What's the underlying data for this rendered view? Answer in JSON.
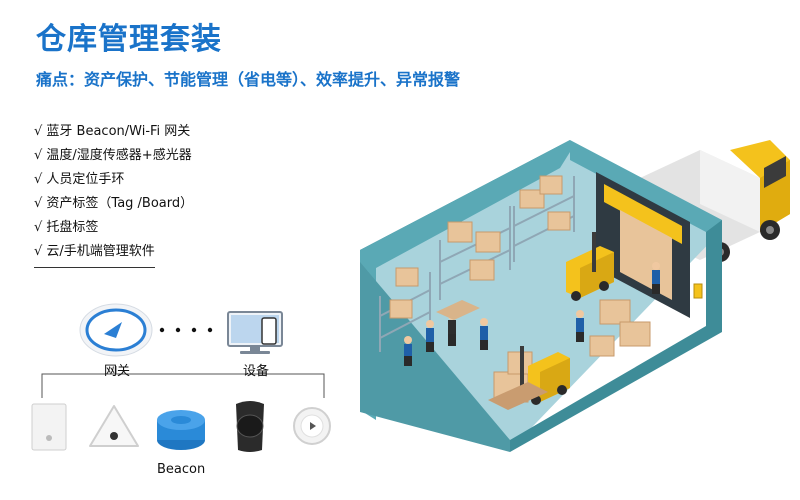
{
  "header": {
    "title": "仓库管理套装",
    "subtitle": "痛点：资产保护、节能管理（省电等）、效率提升、异常报警"
  },
  "features": [
    "√ 蓝牙 Beacon/Wi-Fi 网关",
    "√ 温度/湿度传感器+感光器",
    "√ 人员定位手环",
    "√ 资产标签（Tag /Board）",
    "√ 托盘标签",
    "√ 云/手机端管理软件"
  ],
  "diagram": {
    "gateway_label": "网关",
    "device_label": "设备",
    "beacon_label": "Beacon"
  },
  "colors": {
    "brand": "#1a73c9",
    "wall": "#5aa9b5",
    "floor": "#a9d3dc",
    "box": "#e8c49a",
    "truck": "#f4c21c"
  }
}
